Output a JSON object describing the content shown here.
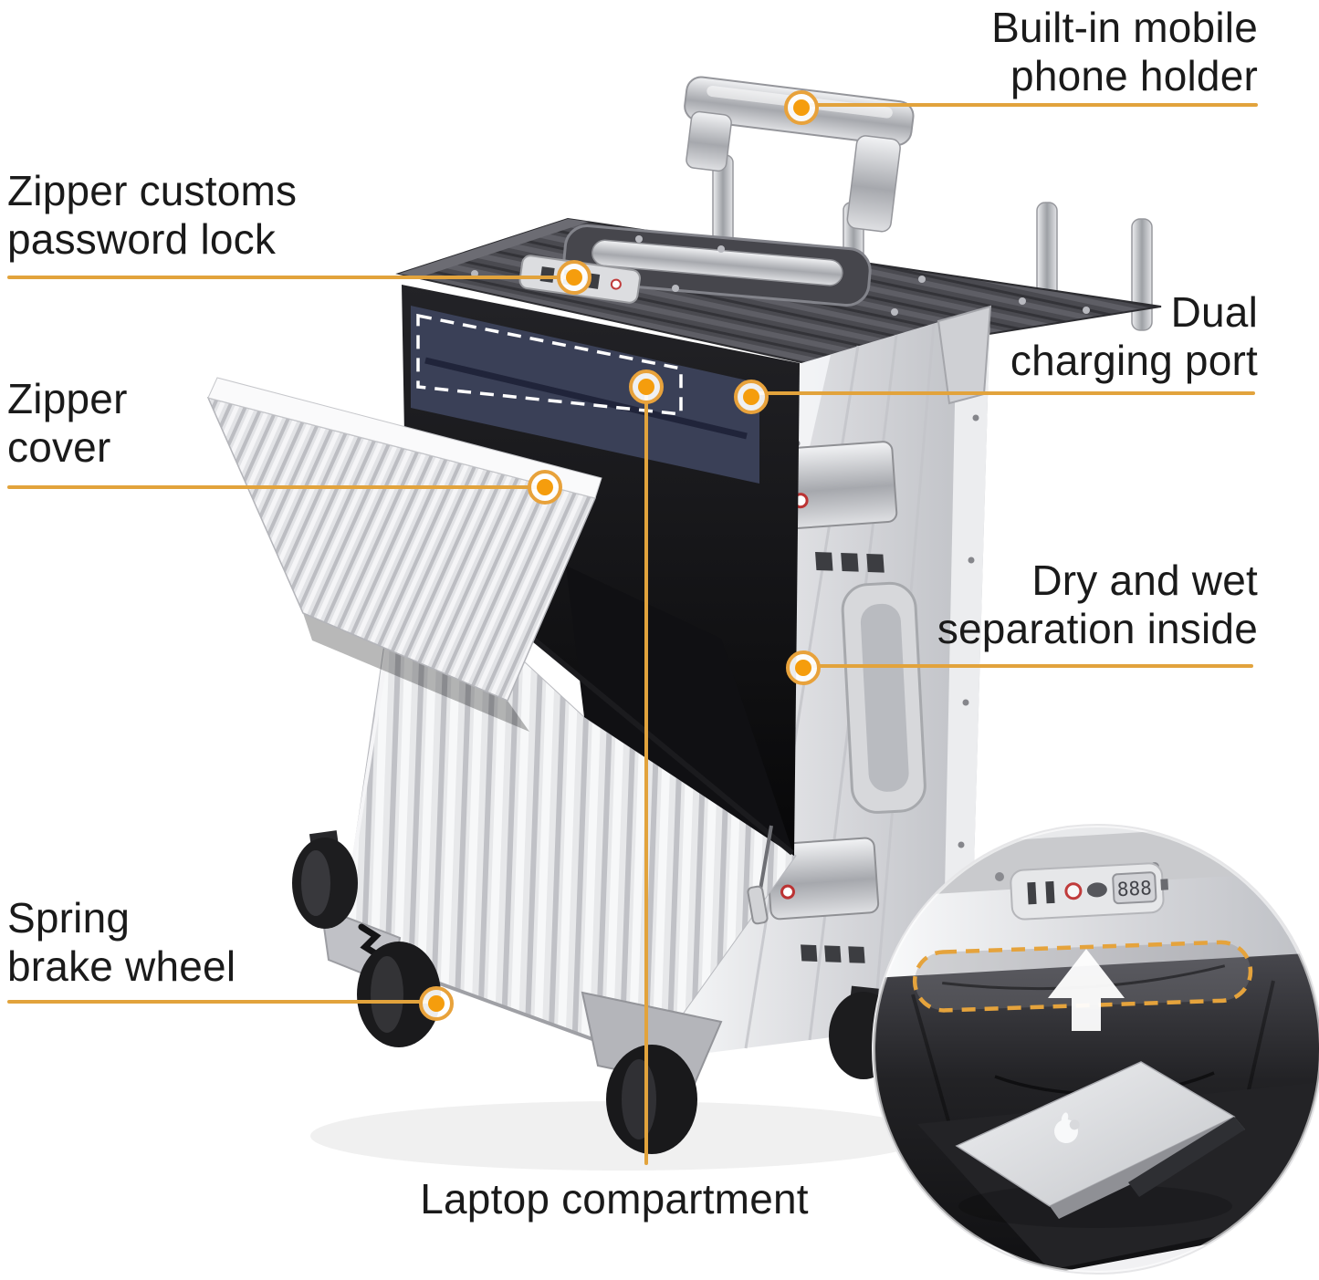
{
  "colors": {
    "background": "#FFFFFF",
    "accent_line": "#E2A33C",
    "accent_dot": "#F59D0D",
    "dot_ring": "#E8A23B",
    "text": "#1A1A1A"
  },
  "callouts": {
    "phone_holder": {
      "lines": [
        "Built-in mobile",
        "phone holder"
      ]
    },
    "customs_lock": {
      "lines": [
        "Zipper customs",
        "password lock"
      ]
    },
    "zipper_cover": {
      "lines": [
        "Zipper",
        "cover"
      ]
    },
    "charging_port": {
      "lines": [
        "Dual",
        "charging port"
      ]
    },
    "dry_wet": {
      "lines": [
        "Dry and wet",
        "separation inside"
      ]
    },
    "brake_wheel": {
      "lines": [
        "Spring",
        "brake wheel"
      ]
    },
    "laptop": {
      "lines": [
        "Laptop compartment"
      ]
    }
  },
  "inset": {
    "lock_digits": "888"
  },
  "icons": {
    "apple_logo": "apple-logo"
  }
}
